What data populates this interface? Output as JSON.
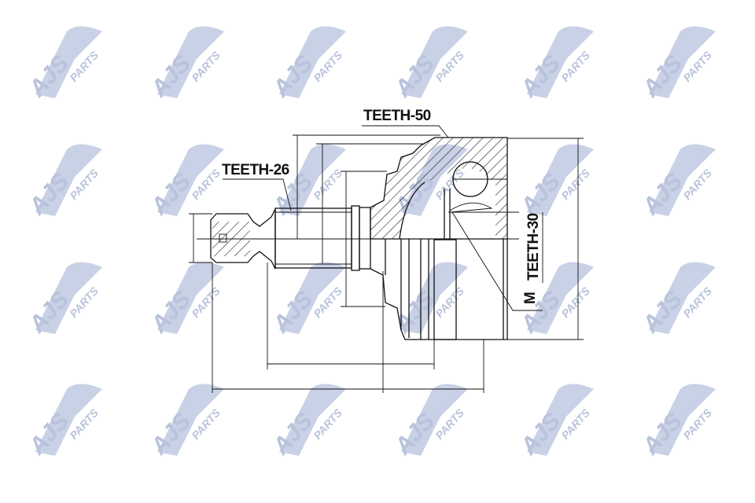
{
  "watermark": {
    "brand": "AJS",
    "suffix": "PARTS",
    "color": "#c9d1e6"
  },
  "labels": {
    "teeth_outer": "TEETH-50",
    "teeth_inner": "TEETH-26",
    "teeth_abs": "TEETH-30",
    "thread": "M"
  },
  "colors": {
    "line": "#111111",
    "background": "#ffffff"
  }
}
